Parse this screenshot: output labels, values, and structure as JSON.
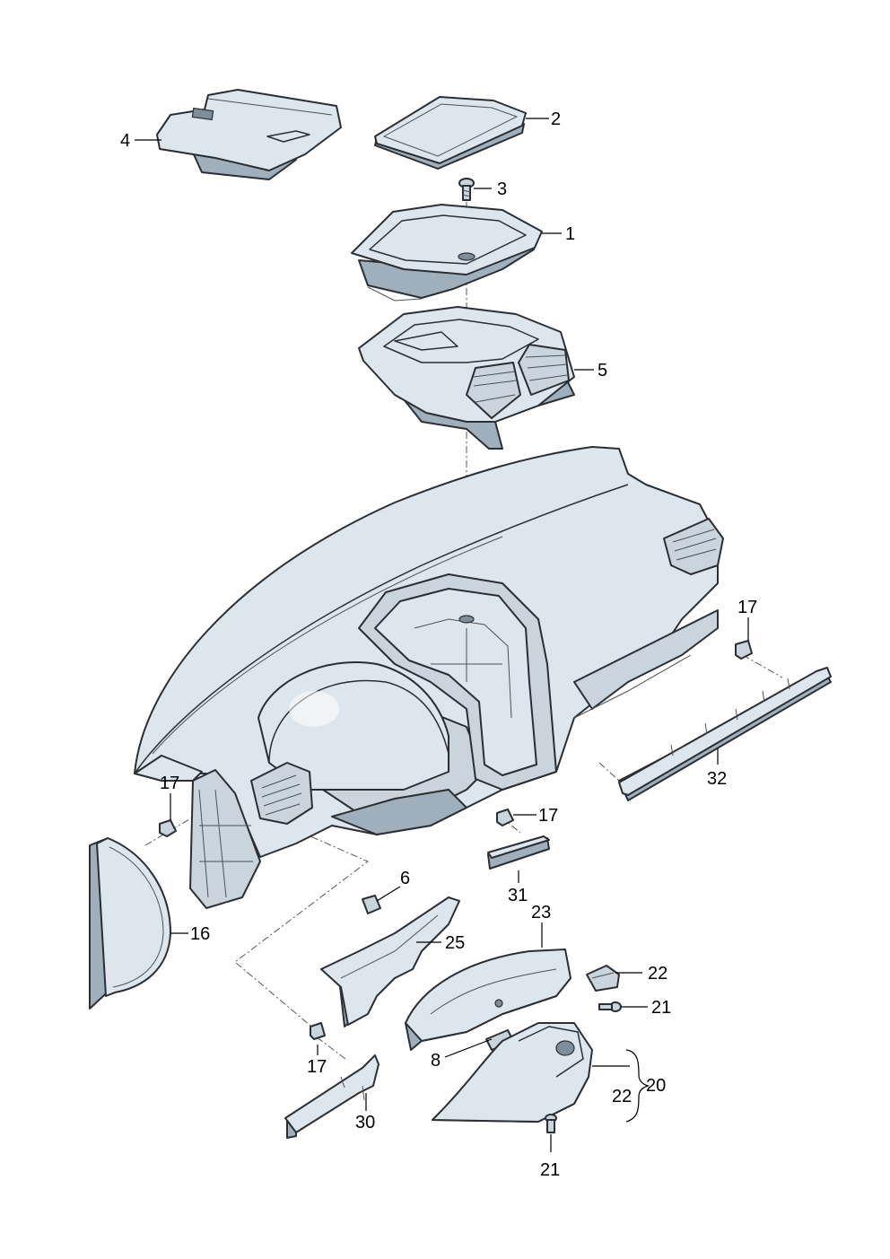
{
  "callouts": {
    "c1": "1",
    "c2": "2",
    "c3": "3",
    "c4": "4",
    "c5": "5",
    "c6": "6",
    "c8": "8",
    "c16": "16",
    "c17a": "17",
    "c17b": "17",
    "c17c": "17",
    "c17d": "17",
    "c20": "20",
    "c21a": "21",
    "c21b": "21",
    "c22a": "22",
    "c22b": "22",
    "c23": "23",
    "c25": "25",
    "c30": "30",
    "c31": "31",
    "c32": "32"
  },
  "colors": {
    "part_fill": "#dde6ec",
    "part_shadow": "#9fafbb",
    "outline": "#2b2f33"
  }
}
